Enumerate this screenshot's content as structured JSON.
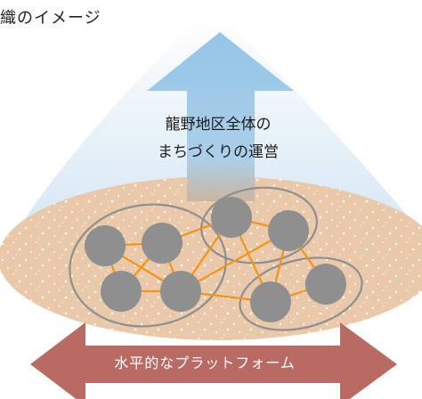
{
  "title": "織のイメージ",
  "top_label": {
    "line1": "龍野地区全体の",
    "line2": "まちづくりの運営"
  },
  "bottom_arrow_label": "水平的なプラットフォーム",
  "colors": {
    "dome": "#dcecf6",
    "up_arrow": "#8ec2e6",
    "disc": "#e9c9a9",
    "nodes": "#8f8f8f",
    "links": "#f09518",
    "group_outline": "#8f8f8f",
    "horizontal_arrow": "#b86a63"
  },
  "nodes": [
    {
      "id": "n1"
    },
    {
      "id": "n2"
    },
    {
      "id": "n3"
    },
    {
      "id": "n4"
    },
    {
      "id": "n5"
    },
    {
      "id": "n6"
    },
    {
      "id": "n7"
    },
    {
      "id": "n8"
    },
    {
      "id": "n9"
    }
  ],
  "groups": [
    {
      "id": "g1",
      "members": [
        "n1",
        "n2",
        "n3",
        "n4"
      ]
    },
    {
      "id": "g2",
      "members": [
        "n5",
        "n6"
      ]
    },
    {
      "id": "g3",
      "members": [
        "n7",
        "n8"
      ]
    }
  ],
  "links": [
    [
      "n1",
      "n2"
    ],
    [
      "n1",
      "n3"
    ],
    [
      "n1",
      "n4"
    ],
    [
      "n2",
      "n3"
    ],
    [
      "n2",
      "n4"
    ],
    [
      "n3",
      "n4"
    ],
    [
      "n2",
      "n5"
    ],
    [
      "n4",
      "n5"
    ],
    [
      "n4",
      "n6"
    ],
    [
      "n4",
      "n7"
    ],
    [
      "n5",
      "n6"
    ],
    [
      "n5",
      "n7"
    ],
    [
      "n6",
      "n8"
    ],
    [
      "n6",
      "n7"
    ],
    [
      "n7",
      "n8"
    ]
  ]
}
